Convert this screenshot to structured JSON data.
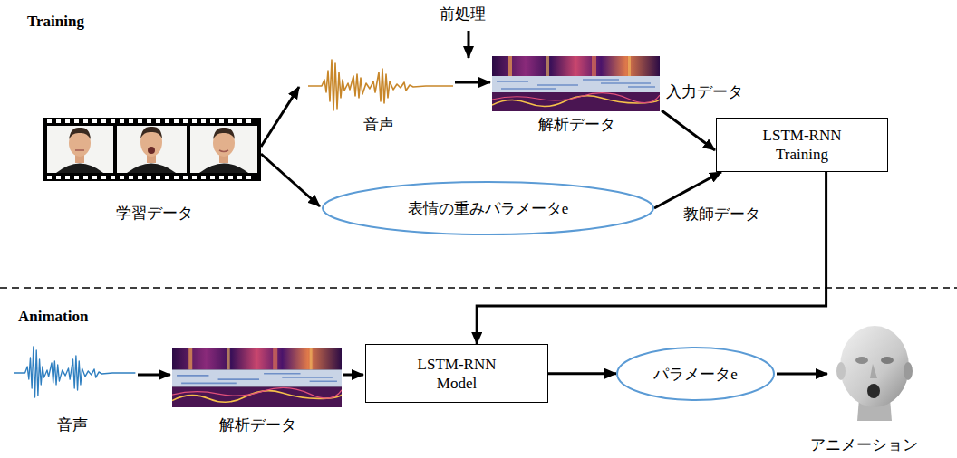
{
  "diagram": {
    "nodes": [
      {
        "text": [
          "LSTM-RNN Training"
        ]
      },
      {
        "text": [
          "表情の重みパラメータe"
        ]
      },
      {
        "text": [
          "LSTM-RNN Model"
        ]
      },
      {
        "text": [
          "パラメータe"
        ]
      }
    ],
    "edges": [
      {
        "from": 1,
        "to": 0,
        "arrow": "to",
        "label": "教師データ"
      },
      {
        "from": 0,
        "to": 2,
        "arrow": "to"
      },
      {
        "from": 2,
        "to": 3,
        "arrow": "to"
      }
    ],
    "labels": [
      "Training",
      "前処理",
      "音声",
      "解析データ",
      "入力データ",
      "学習データ",
      "Animation",
      "音声",
      "解析データ",
      "アニメーション"
    ]
  }
}
